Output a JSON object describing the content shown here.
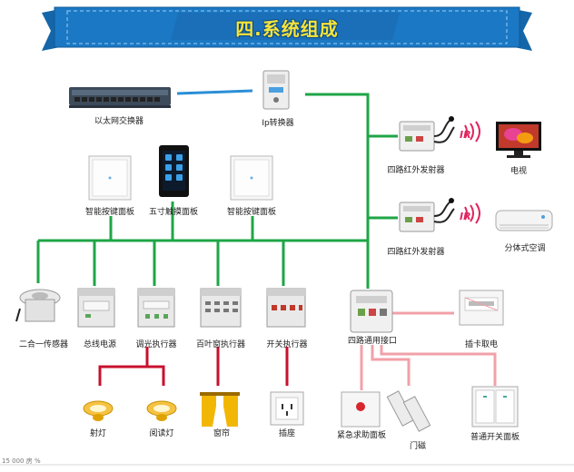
{
  "banner": {
    "title": "四.系统组成",
    "color": "#1b78c4",
    "title_color": "#f6e33b"
  },
  "colors": {
    "bus": "#1ea646",
    "network": "#2a8fd6",
    "load": "#c8102e",
    "interface": "#f2a0a8"
  },
  "devices": {
    "ethernet_switch": "以太网交换器",
    "ip_converter": "Ip转换器",
    "ir_emitter_1": "四路红外发射器",
    "tv": "电视",
    "ir_emitter_2": "四路红外发射器",
    "split_ac": "分体式空调",
    "smart_button_panel_left": "智能按键面板",
    "touch_panel": "五寸触摸面板",
    "smart_button_panel_right": "智能按键面板",
    "sensor": "二合一传感器",
    "bus_power": "总线电源",
    "dimmer_actuator": "调光执行器",
    "blind_actuator": "百叶窗执行器",
    "switch_actuator": "开关执行器",
    "universal_interface": "四路通用接口",
    "card_switch": "插卡取电",
    "spotlight": "射灯",
    "reading_lamp": "阅读灯",
    "curtain": "窗帘",
    "socket": "插座",
    "emergency_panel": "紧急求助面板",
    "door_magnet": "门磁",
    "normal_switch_panel": "普通开关面板"
  },
  "ir_labels": [
    "IR",
    "IR"
  ],
  "footer": "15 000 房 %"
}
